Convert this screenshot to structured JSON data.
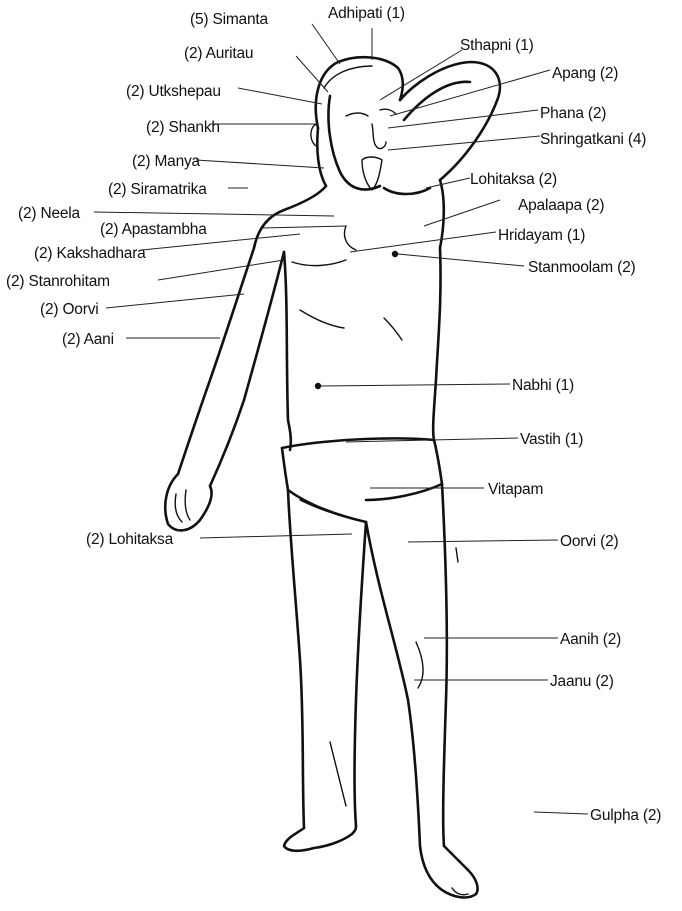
{
  "labels": {
    "simanta": "(5) Simanta",
    "adhipati": "Adhipati (1)",
    "auritau": "(2) Auritau",
    "sthapni": "Sthapni (1)",
    "apang": "Apang (2)",
    "utkshepau": "(2) Utkshepau",
    "phana": "Phana (2)",
    "shankh": "(2) Shankh",
    "shringatkani": "Shringatkani (4)",
    "manya": "(2) Manya",
    "siramatrika": "(2) Siramatrika",
    "lohitaksa_r": "Lohitaksa (2)",
    "neela": "(2) Neela",
    "apalaapa": "Apalaapa (2)",
    "apastambha": "(2) Apastambha",
    "hridayam": "Hridayam (1)",
    "kakshadhara": "(2) Kakshadhara",
    "stanmoolam": "Stanmoolam (2)",
    "stanrohitam": "(2) Stanrohitam",
    "oorvi_l": "(2) Oorvi",
    "aani_l": "(2) Aani",
    "nabhi": "Nabhi (1)",
    "vastih": "Vastih (1)",
    "vitapam": "Vitapam",
    "lohitaksa_l": "(2) Lohitaksa",
    "oorvi_r": "Oorvi (2)",
    "aanih": "Aanih (2)",
    "jaanu": "Jaanu (2)",
    "gulpha": "Gulpha (2)"
  }
}
